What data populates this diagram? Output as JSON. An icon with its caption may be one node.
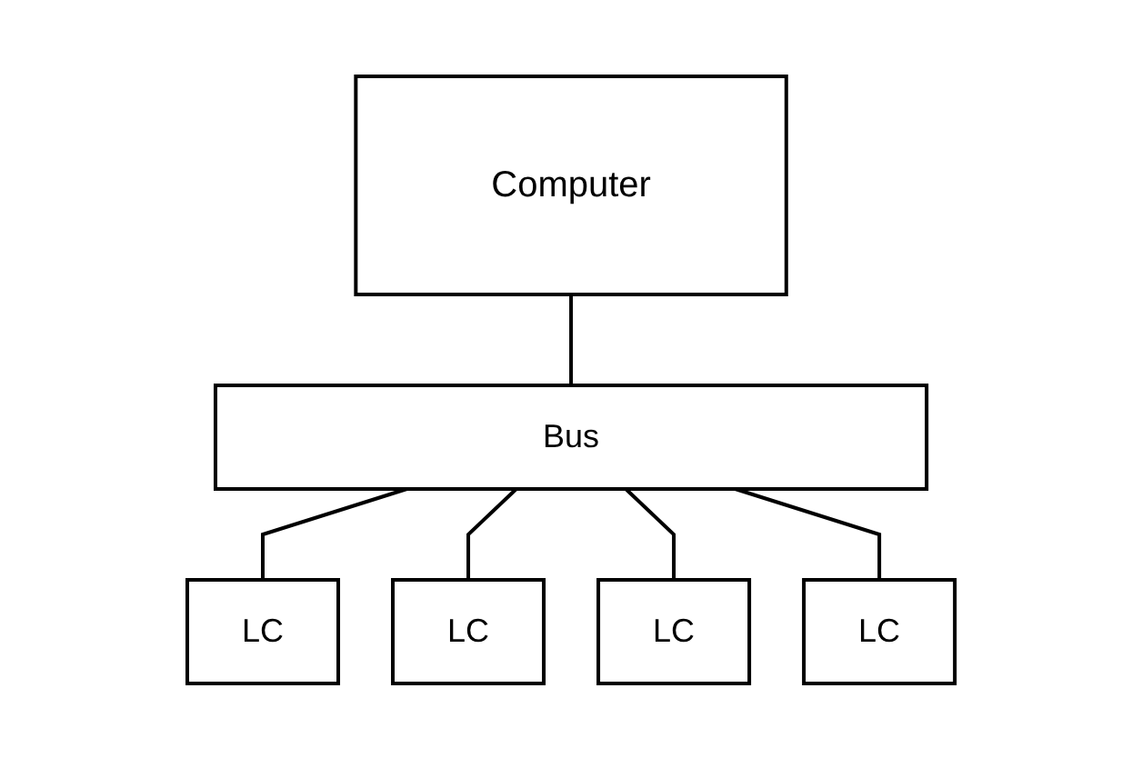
{
  "diagram": {
    "nodes": [
      {
        "text": [
          "Computer"
        ]
      },
      {
        "text": [
          "Bus"
        ]
      },
      {
        "text": [
          "LC"
        ]
      },
      {
        "text": [
          "LC"
        ]
      },
      {
        "text": [
          "LC"
        ]
      },
      {
        "text": [
          "LC"
        ]
      }
    ],
    "edges": [
      {
        "from": 0,
        "to": 1,
        "arrow": "none"
      },
      {
        "from": 1,
        "to": 2,
        "arrow": "none"
      },
      {
        "from": 1,
        "to": 3,
        "arrow": "none"
      },
      {
        "from": 1,
        "to": 4,
        "arrow": "none"
      },
      {
        "from": 1,
        "to": 5,
        "arrow": "none"
      }
    ]
  }
}
